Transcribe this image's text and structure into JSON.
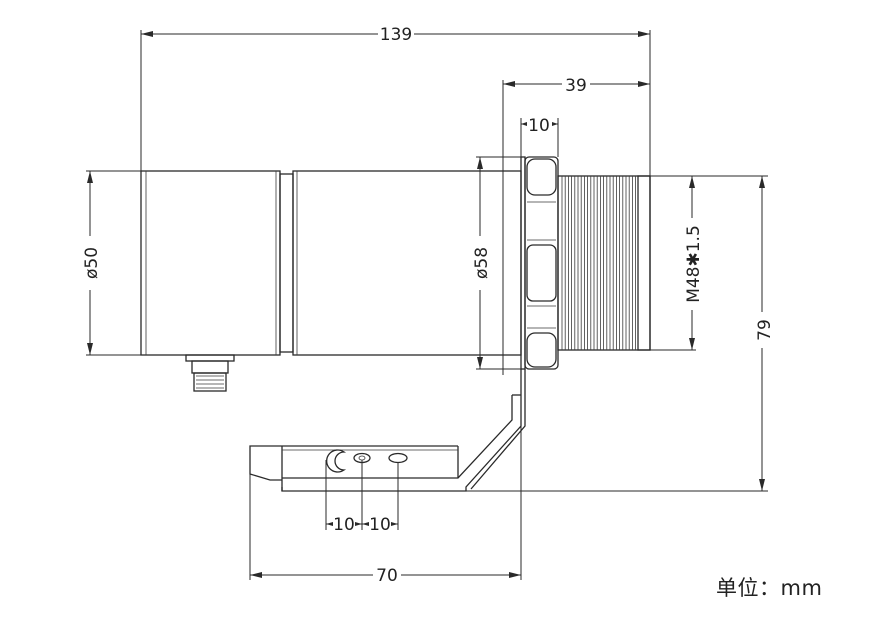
{
  "drawing": {
    "dimensions": {
      "overall_length": "139",
      "thread_length": "39",
      "nut_width": "10",
      "body_diameter": "ø50",
      "nut_diameter": "ø58",
      "thread_spec": "M48✱1.5",
      "height": "79",
      "hole_spacing_1": "10",
      "hole_spacing_2": "10",
      "bracket_length": "70"
    },
    "unit": "单位：mm"
  }
}
